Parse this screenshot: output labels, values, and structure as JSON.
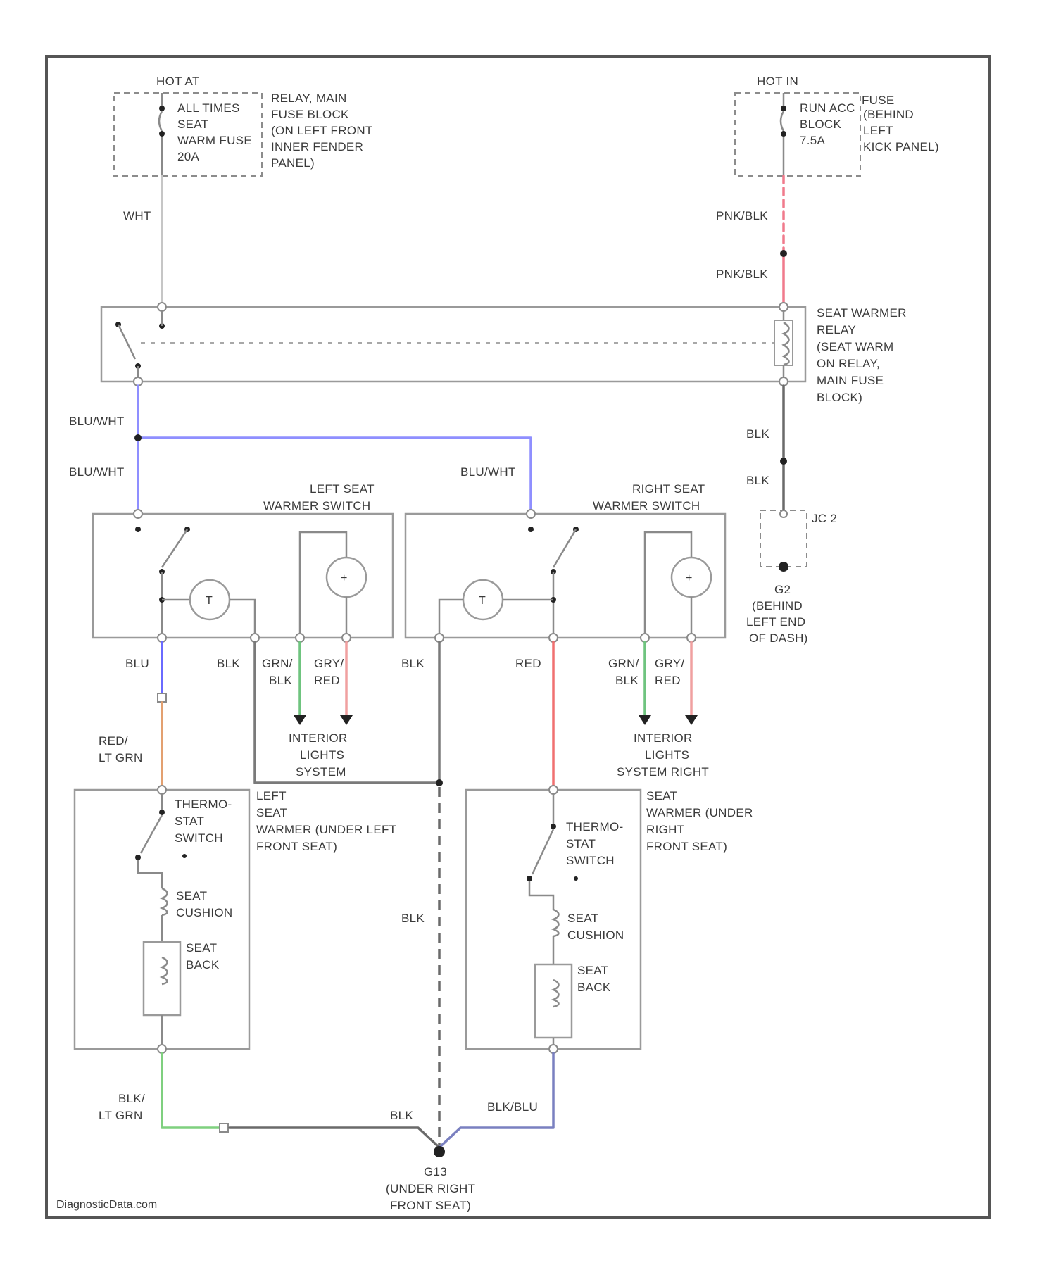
{
  "diagram": {
    "source_watermark": "DiagnosticData.com",
    "colors": {
      "wht": "#c6c6c6",
      "pnk_blk": "#f07a8c",
      "blu_wht": "#8f8fff",
      "blu": "#6a6aff",
      "red_ltgrn": "#e3a070",
      "red": "#f07070",
      "grn_blk": "#6fc47f",
      "gry_red": "#f0a0a0",
      "blk": "#7a7a7a",
      "blk_ltgrn": "#7fd07f",
      "blk_blu": "#7a80c0"
    },
    "power_left": {
      "hot_label": "HOT AT",
      "fuse_lines": [
        "ALL TIMES",
        "SEAT",
        "WARM FUSE",
        "20A"
      ],
      "location_lines": [
        "RELAY, MAIN",
        "FUSE BLOCK",
        "(ON LEFT FRONT",
        "INNER FENDER",
        "PANEL)"
      ],
      "wire_label": "WHT"
    },
    "power_right": {
      "hot_label": "HOT IN",
      "fuse_lines": [
        "RUN ACC",
        "BLOCK",
        "7.5A"
      ],
      "fuse_word": "FUSE",
      "location_lines": [
        "(BEHIND",
        "LEFT",
        "KICK PANEL)"
      ],
      "wire_label_1": "PNK/BLK",
      "wire_label_2": "PNK/BLK"
    },
    "relay": {
      "label_lines": [
        "SEAT WARMER",
        "RELAY",
        "(SEAT WARM",
        "ON RELAY,",
        "MAIN FUSE",
        "BLOCK)"
      ]
    },
    "ground_g2": {
      "wire_label_1": "BLK",
      "wire_label_2": "BLK",
      "connector_label": "JC 2",
      "label_lines": [
        "G2",
        "(BEHIND",
        "LEFT END",
        "OF DASH)"
      ]
    },
    "feed_wires": {
      "label_1": "BLU/WHT",
      "label_2": "BLU/WHT",
      "label_3": "BLU/WHT"
    },
    "left_switch": {
      "title_lines": [
        "LEFT SEAT",
        "WARMER SWITCH"
      ],
      "wire_blu": "BLU",
      "wire_blk": "BLK",
      "wire_grn_lines": [
        "GRN/",
        "BLK"
      ],
      "wire_gry_lines": [
        "GRY/",
        "RED"
      ],
      "interior_lines": [
        "INTERIOR",
        "LIGHTS",
        "SYSTEM"
      ]
    },
    "right_switch": {
      "title_lines": [
        "RIGHT SEAT",
        "WARMER SWITCH"
      ],
      "wire_blk": "BLK",
      "wire_red": "RED",
      "wire_grn_lines": [
        "GRN/",
        "BLK"
      ],
      "wire_gry_lines": [
        "GRY/",
        "RED"
      ],
      "interior_lines": [
        "INTERIOR",
        "LIGHTS",
        "SYSTEM RIGHT"
      ]
    },
    "left_heater": {
      "feed_lines": [
        "RED/",
        "LT GRN"
      ],
      "thermostat_lines": [
        "THERMO-",
        "STAT",
        "SWITCH"
      ],
      "cushion_lines": [
        "SEAT",
        "CUSHION"
      ],
      "back_lines": [
        "SEAT",
        "BACK"
      ],
      "title_lines": [
        "LEFT",
        "SEAT",
        "WARMER (UNDER LEFT",
        "FRONT SEAT)"
      ],
      "return_lines": [
        "BLK/",
        "LT GRN"
      ]
    },
    "right_heater": {
      "thermostat_lines": [
        "THERMO-",
        "STAT",
        "SWITCH"
      ],
      "cushion_lines": [
        "SEAT",
        "CUSHION"
      ],
      "back_lines": [
        "SEAT",
        "BACK"
      ],
      "title_lines": [
        "SEAT",
        "WARMER (UNDER",
        "RIGHT",
        "FRONT SEAT)"
      ],
      "return_label": "BLK/BLU"
    },
    "ground_g13": {
      "wire_blk_mid": "BLK",
      "wire_blk_join": "BLK",
      "label_lines": [
        "G13",
        "(UNDER RIGHT",
        "FRONT SEAT)"
      ]
    }
  }
}
